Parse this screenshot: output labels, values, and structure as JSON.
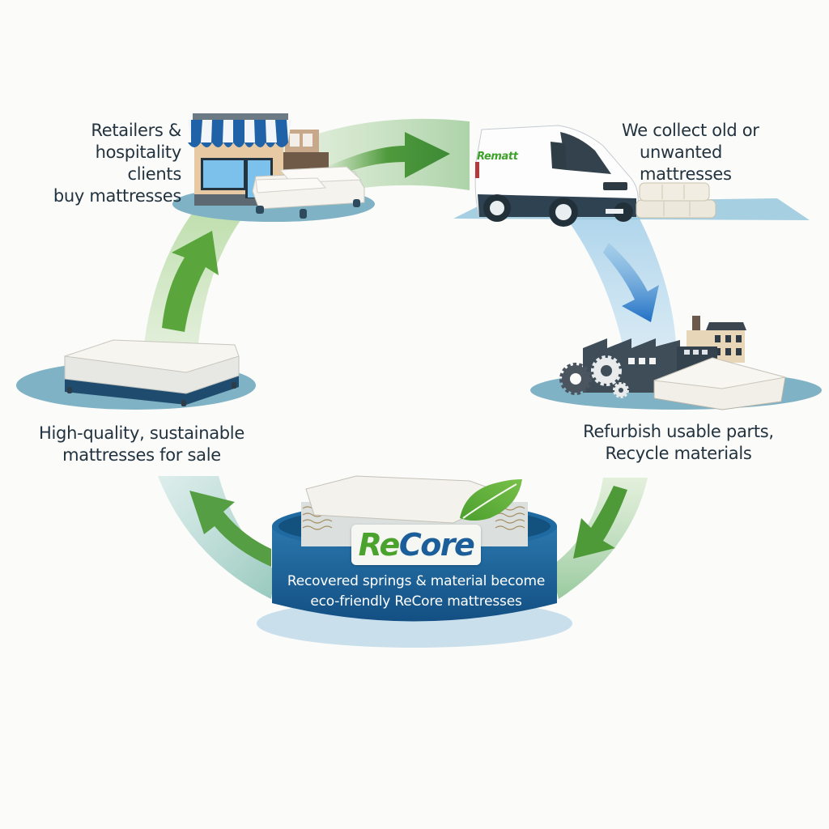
{
  "diagram": {
    "type": "circular-process",
    "colors": {
      "background": "#fbfbfa",
      "text": "#22333f",
      "green_arrow": "#4e9a38",
      "blue_arrow": "#1f6fc4",
      "brand_blue": "#1c5e9a",
      "brand_green": "#4aa32d",
      "base_ellipse": "#7fb2c4"
    },
    "stages": [
      {
        "id": "retail",
        "icon": "storefront-icon",
        "lines": [
          "Retailers &",
          "hospitality clients",
          "buy mattresses"
        ]
      },
      {
        "id": "collect",
        "icon": "delivery-van-icon",
        "van_brand": "Rematt",
        "lines": [
          "We collect old or",
          "unwanted mattresses"
        ]
      },
      {
        "id": "refurbish",
        "icon": "factory-icon",
        "lines": [
          "Refurbish usable parts,",
          "Recycle materials"
        ]
      },
      {
        "id": "recore",
        "icon": "leaf-icon",
        "brand": {
          "prefix": "Re",
          "suffix": "Core"
        },
        "lines": [
          "Recovered springs & material become",
          "eco-friendly ReCore mattresses"
        ]
      },
      {
        "id": "sale",
        "icon": "mattress-icon",
        "lines": [
          "High-quality, sustainable",
          "mattresses for sale"
        ]
      }
    ],
    "arrows": [
      {
        "from": "retail",
        "to": "collect",
        "color": "green"
      },
      {
        "from": "collect",
        "to": "refurbish",
        "color": "blue"
      },
      {
        "from": "refurbish",
        "to": "recore",
        "color": "green"
      },
      {
        "from": "recore",
        "to": "sale",
        "color": "green"
      },
      {
        "from": "sale",
        "to": "retail",
        "color": "green"
      }
    ]
  }
}
